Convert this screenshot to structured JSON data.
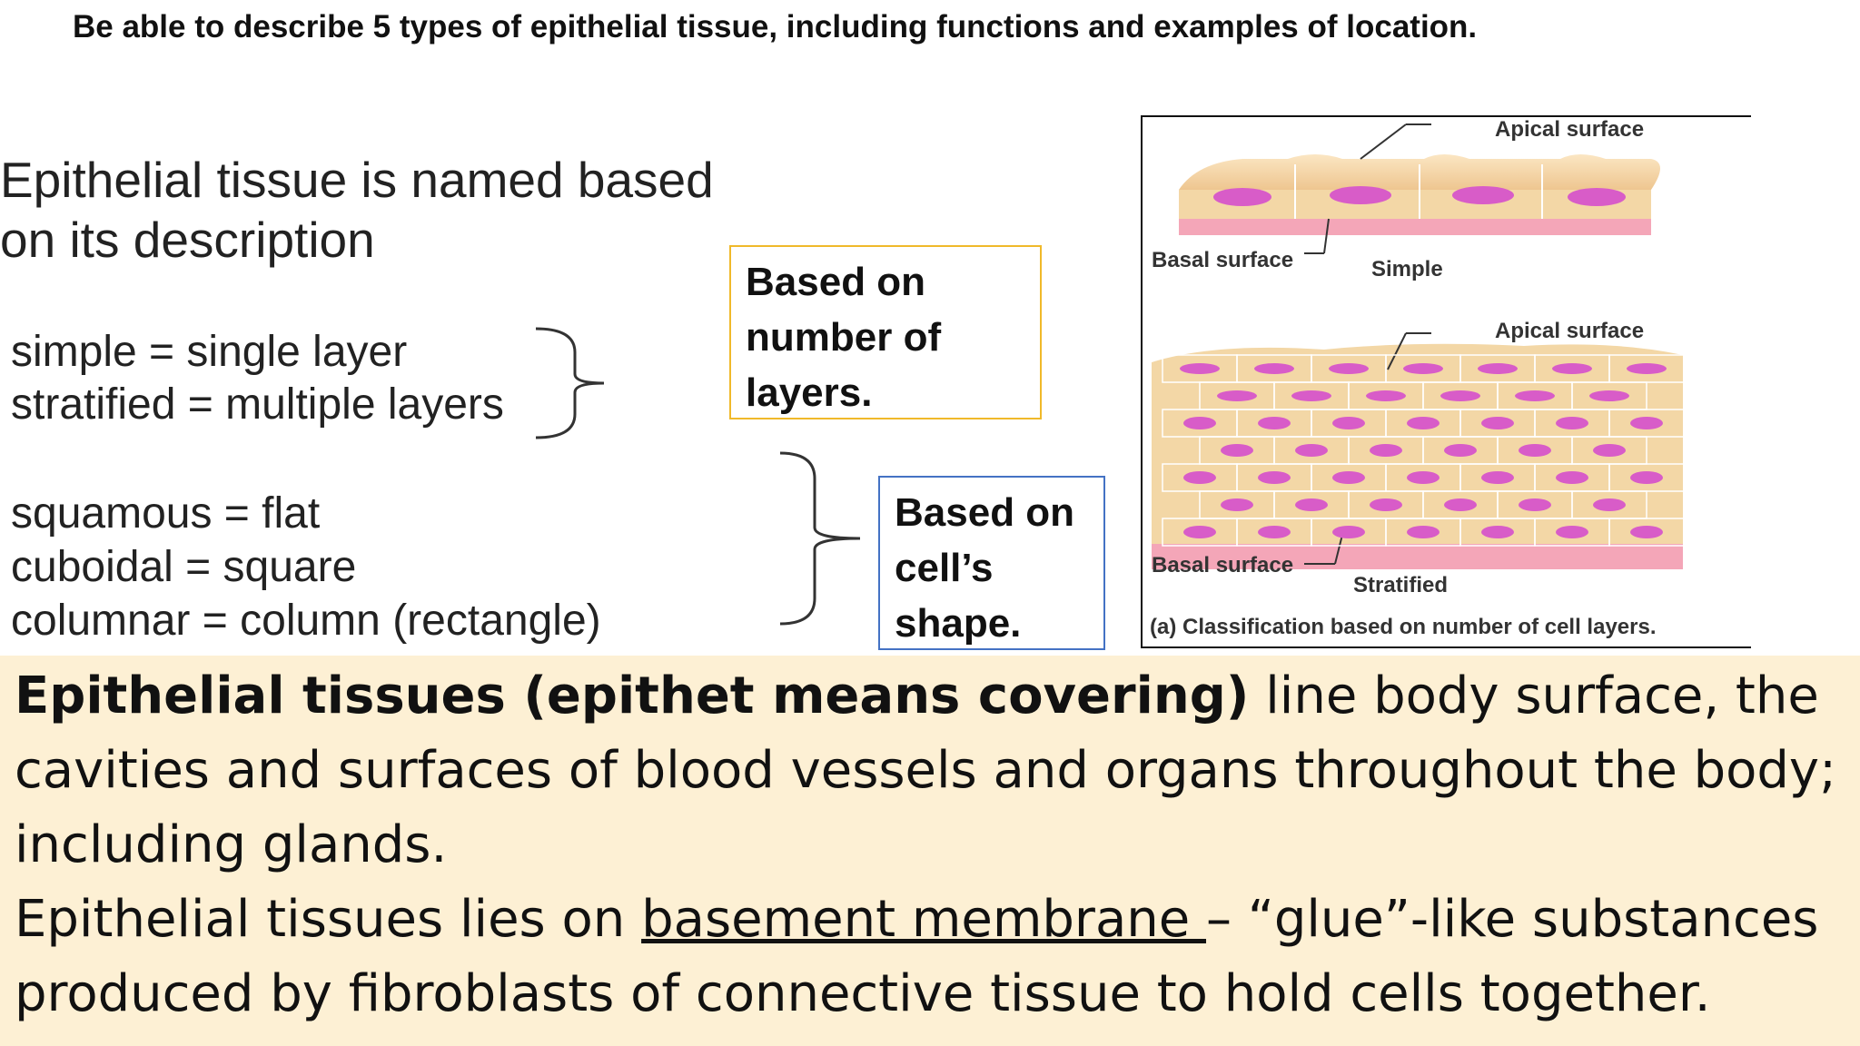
{
  "objective": "Be able to describe 5 types of epithelial tissue, including functions and examples of location.",
  "heading": {
    "line1": "Epithelial tissue is named based",
    "line2": "on its description"
  },
  "layer_terms": [
    "simple = single layer",
    "stratified = multiple layers"
  ],
  "shape_terms": [
    "squamous = flat",
    "cuboidal = square",
    "columnar = column (rectangle)"
  ],
  "callouts": {
    "layers": [
      "Based on",
      "number of",
      "layers."
    ],
    "shape": [
      "Based on",
      "cell’s",
      "shape."
    ]
  },
  "figure": {
    "simple": {
      "apical": "Apical surface",
      "basal": "Basal surface",
      "name": "Simple"
    },
    "stratified": {
      "apical": "Apical surface",
      "basal": "Basal surface",
      "name": "Stratified"
    },
    "caption": "(a) Classification based on number of cell layers.",
    "colors": {
      "cell": "#f3d7a6",
      "nucleus": "#d85cc8",
      "basement": "#f4a6b8",
      "outline": "#ffffff"
    }
  },
  "summary": {
    "bold_lead": "Epithelial tissues (epithet means covering)",
    "para1_rest": " line body surface, the cavities and surfaces of blood vessels and organs throughout the body; including glands.",
    "para2_pre": "Epithelial tissues lies on ",
    "para2_underlined": "basement membrane ",
    "para2_post": "– “glue”-like substances produced by fibroblasts of connective tissue to hold cells together."
  }
}
